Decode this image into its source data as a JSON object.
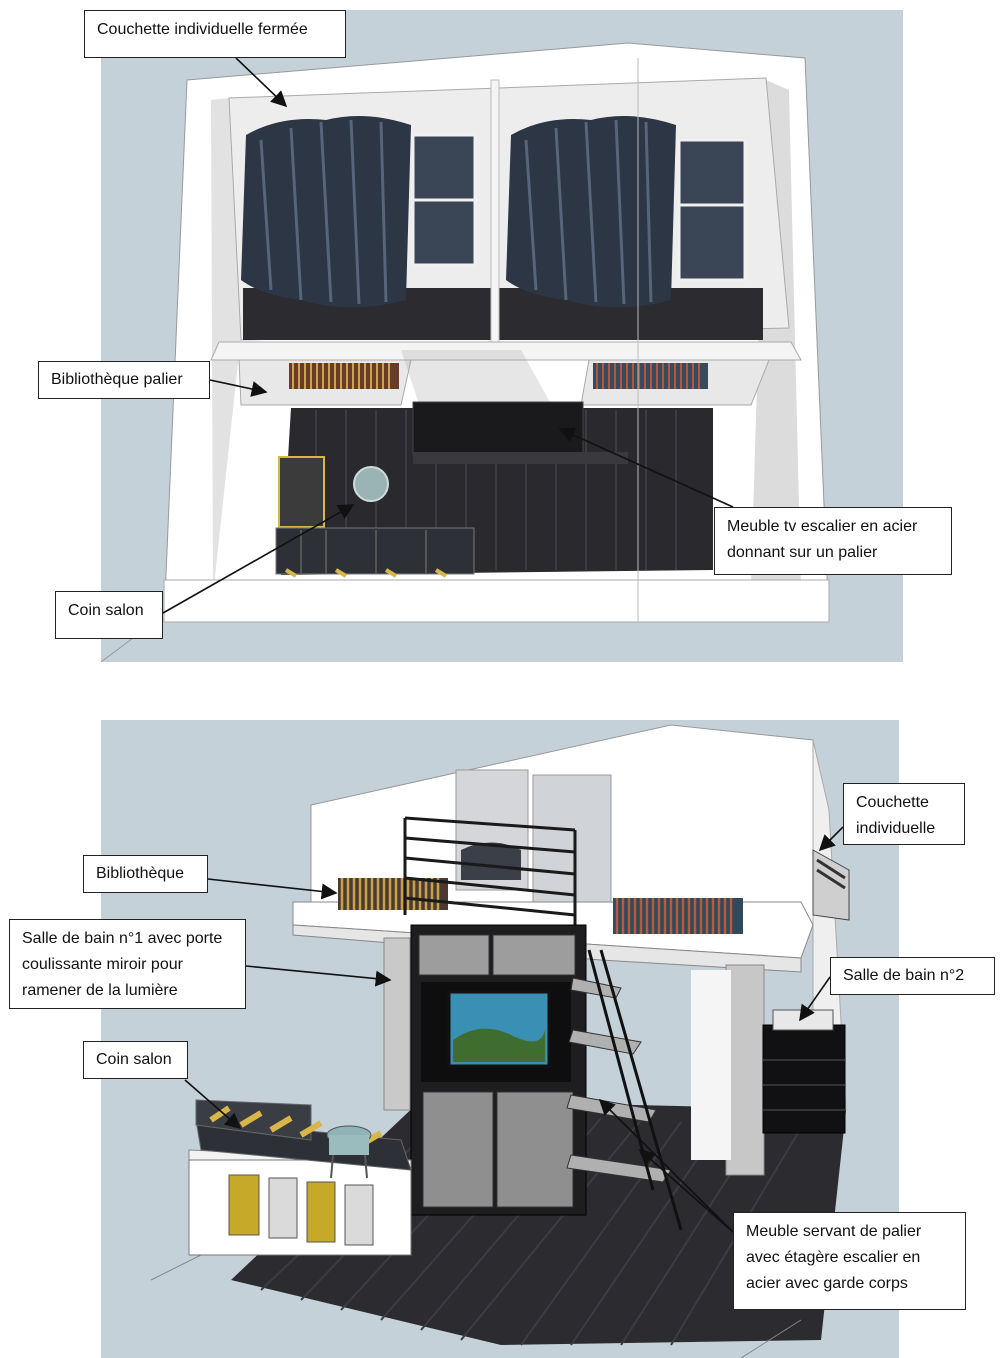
{
  "colors": {
    "background": "#c4d1d9",
    "wall": "#ffffff",
    "floor": "#2a2a2e",
    "curtain": "#2c3644",
    "furniture": "#1e1e20",
    "accent": "#d9b64a"
  },
  "top_view": {
    "callouts": {
      "couchette_fermee": "Couchette individuelle fermée",
      "bibliotheque_palier": "Bibliothèque palier",
      "meuble_tv": "Meuble tv escalier en acier\ndonnant sur un palier",
      "coin_salon": "Coin salon"
    }
  },
  "perspective_view": {
    "callouts": {
      "couchette": "Couchette\nindividuelle",
      "bibliotheque": "Bibliothèque",
      "salle_bain_1": "Salle de bain n°1 avec porte\ncoulissante miroir pour\nramener de la lumière",
      "salle_bain_2": "Salle de bain n°2",
      "coin_salon": "Coin salon",
      "meuble_palier": "Meuble servant de palier\navec étagère escalier en\nacier avec garde corps"
    }
  }
}
